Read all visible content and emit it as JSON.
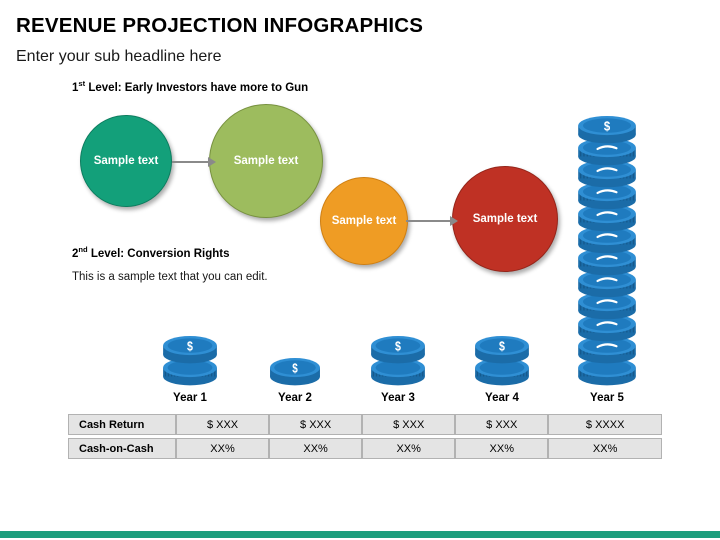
{
  "slide": {
    "title": "REVENUE PROJECTION INFOGRAPHICS",
    "subtitle": "Enter your sub headline here",
    "accent_color": "#1c9e7d",
    "bottom_bar_color": "#1c9e7d"
  },
  "sections": {
    "level1": {
      "ordinal": "1",
      "ordinal_suffix": "st",
      "heading_rest": " Level: Early Investors have more to Gun"
    },
    "level2": {
      "ordinal": "2",
      "ordinal_suffix": "nd",
      "heading_rest": " Level: Conversion Rights",
      "body": "This is a sample text that you can edit."
    }
  },
  "bubbles": [
    {
      "label": "Sample text",
      "color": "#13a07a",
      "border": "#0d7d5f",
      "name": "bubble-teal"
    },
    {
      "label": "Sample text",
      "color": "#9dbc5e",
      "border": "#77913f",
      "name": "bubble-green"
    },
    {
      "label": "Sample text",
      "color": "#ef9c24",
      "border": "#cf7f12",
      "name": "bubble-orange"
    },
    {
      "label": "Sample text",
      "color": "#bf3124",
      "border": "#95251a",
      "name": "bubble-red"
    }
  ],
  "coin_color": "#2079c0",
  "coin_stacks": [
    {
      "year_label": "Year 1",
      "coins": 2
    },
    {
      "year_label": "Year 2",
      "coins": 1
    },
    {
      "year_label": "Year 3",
      "coins": 2
    },
    {
      "year_label": "Year 4",
      "coins": 2
    },
    {
      "year_label": "Year 5",
      "coins": 12
    }
  ],
  "table": {
    "column_headers": [
      "",
      "Year 1",
      "Year 2",
      "Year 3",
      "Year 4",
      "Year 5"
    ],
    "rows": [
      {
        "label": "Cash Return",
        "values": [
          "$ XXX",
          "$ XXX",
          "$ XXX",
          "$ XXX",
          "$ XXXX"
        ]
      },
      {
        "label": "Cash-on-Cash",
        "values": [
          "XX%",
          "XX%",
          "XX%",
          "XX%",
          "XX%"
        ]
      }
    ]
  }
}
